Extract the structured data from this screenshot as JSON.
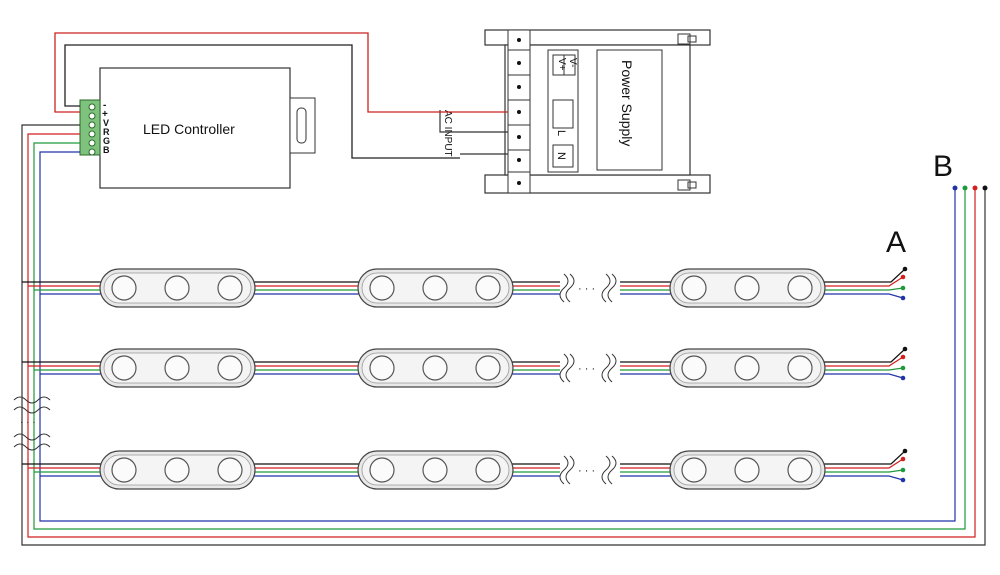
{
  "controller": {
    "title": "LED Controller",
    "terminals": [
      "-",
      "+",
      "V",
      "R",
      "G",
      "B"
    ]
  },
  "power_supply": {
    "title": "Power Supply",
    "output_terminals": [
      "V+",
      "V-"
    ],
    "input_terminals": [
      "L",
      "N"
    ],
    "ac_input_label": "AC INPUT"
  },
  "labels": {
    "a": "A",
    "b": "B",
    "ellipsis": "· · ·"
  },
  "wire_colors": {
    "power": "#cc2222",
    "black": "#111111",
    "red": "#d21f1f",
    "green": "#1f9a3a",
    "blue": "#2233aa",
    "gray": "#555555"
  }
}
